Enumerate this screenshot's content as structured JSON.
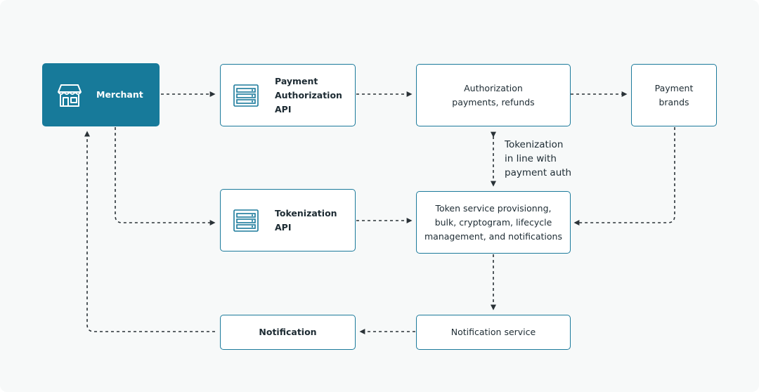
{
  "nodes": {
    "merchant": {
      "label": "Merchant",
      "icon": "storefront-icon"
    },
    "payment_auth_api": {
      "lines": [
        "Payment",
        "Authorization",
        "API"
      ],
      "icon": "api-server-icon"
    },
    "authorization": {
      "lines": [
        "Authorization",
        "payments, refunds"
      ]
    },
    "payment_brands": {
      "lines": [
        "Payment",
        "brands"
      ]
    },
    "tokenization_api": {
      "lines": [
        "Tokenization",
        "API"
      ],
      "icon": "api-server-icon"
    },
    "token_service": {
      "lines": [
        "Token service provisionng,",
        "bulk, cryptogram, lifecycle",
        "management, and notifications"
      ]
    },
    "notification": {
      "label": "Notification"
    },
    "notification_service": {
      "label": "Notification service"
    }
  },
  "annotations": {
    "tokenization_inline": [
      "Tokenization",
      "in line with",
      "payment auth"
    ]
  },
  "colors": {
    "accent": "#177a9a",
    "box_border": "#1b7a9b",
    "connector": "#2a3237",
    "background": "#f7f9f9"
  }
}
